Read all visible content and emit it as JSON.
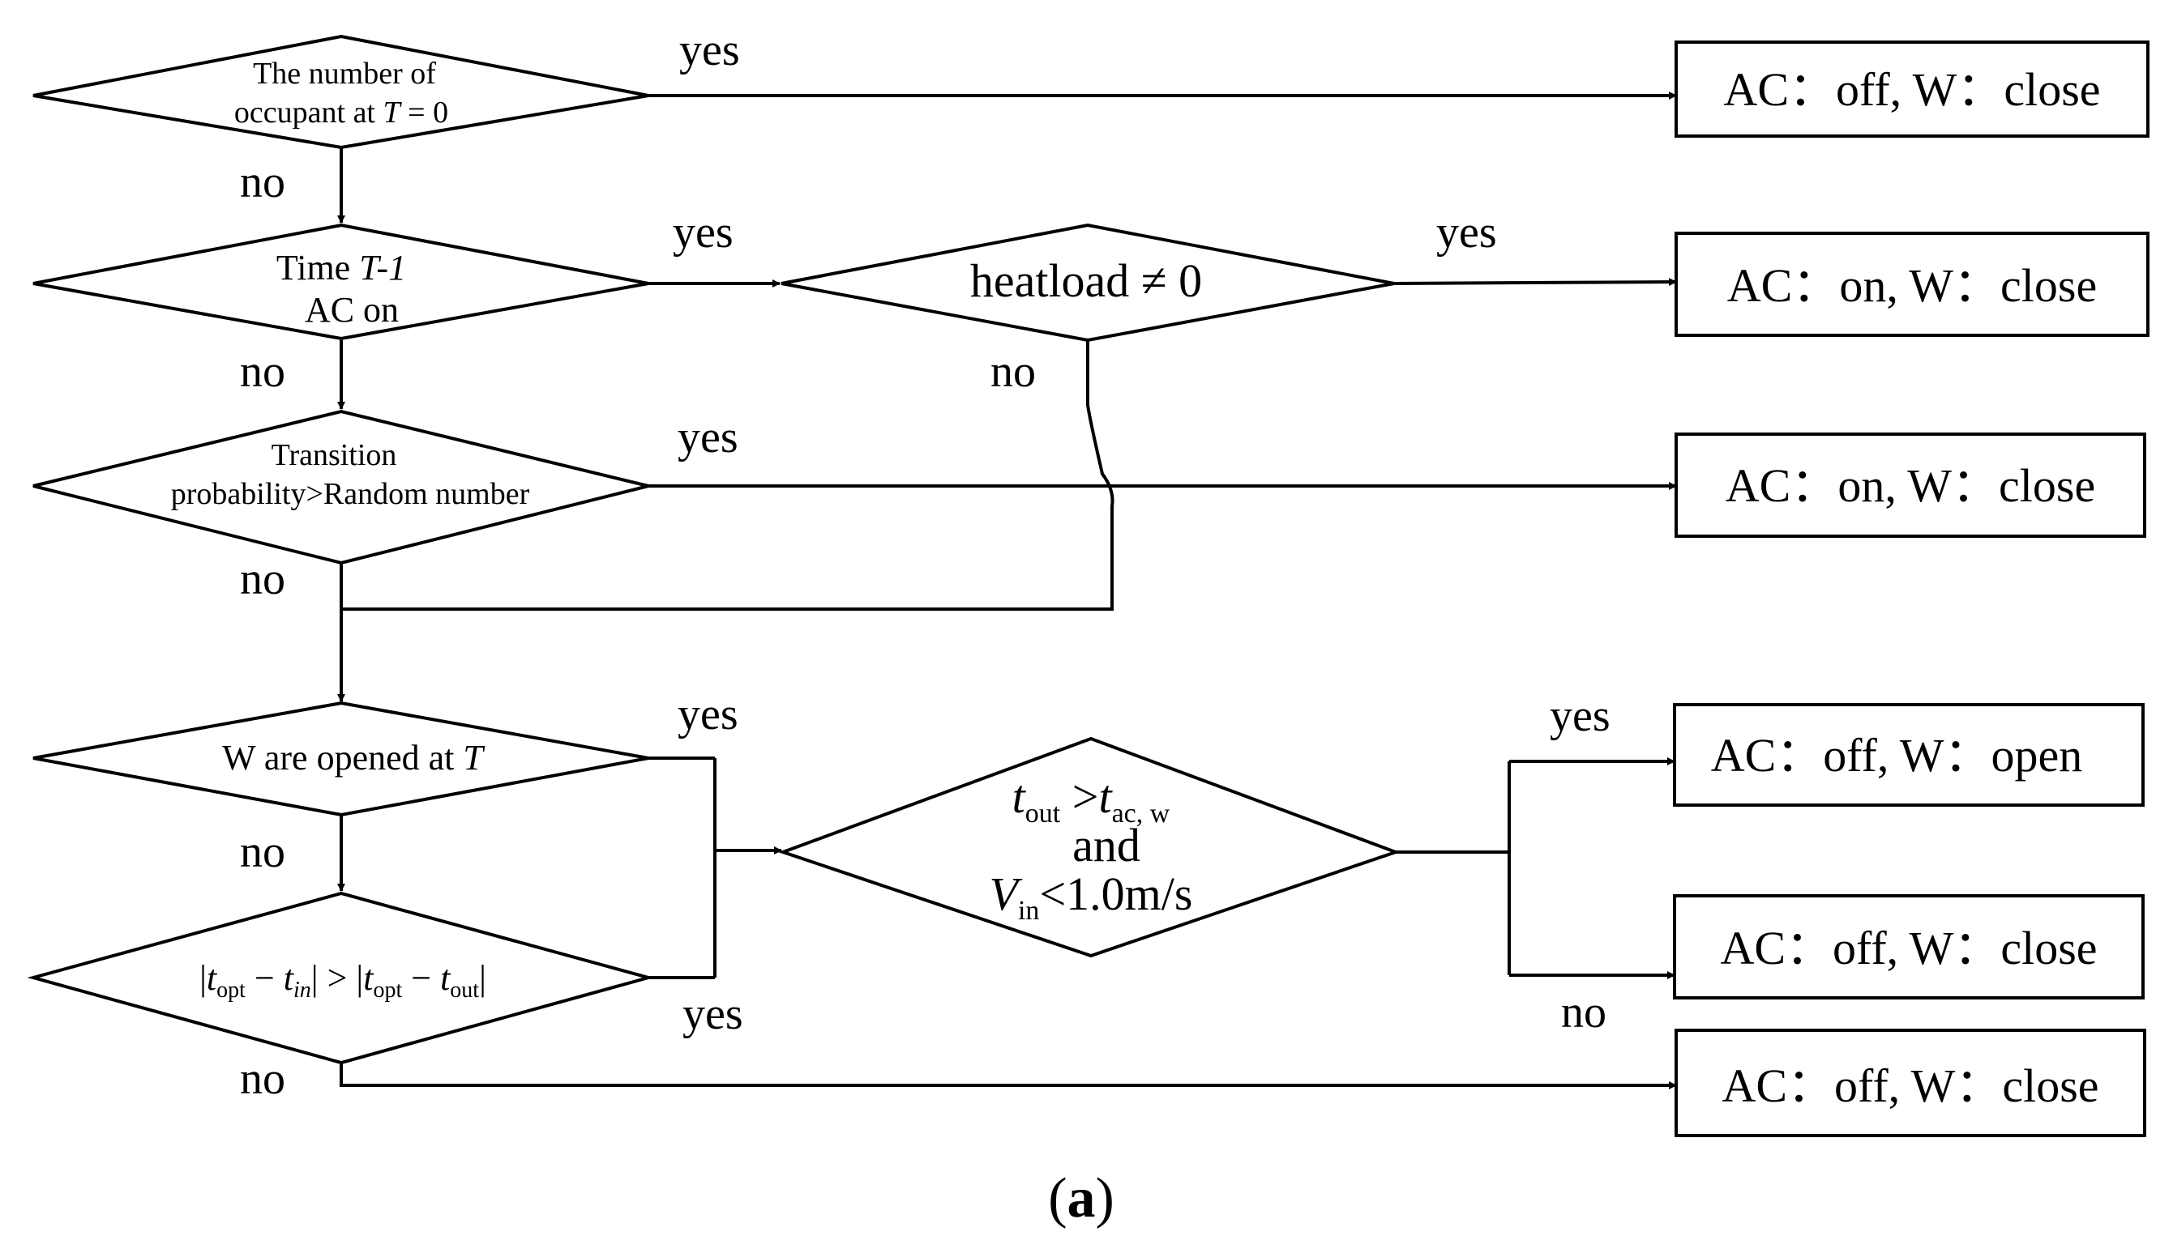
{
  "decisions": {
    "d1": {
      "line1": "The number of",
      "line2a": "occupant at ",
      "line2b": "T",
      "line2c": " = 0"
    },
    "d2": {
      "line1a": "Time ",
      "line1b": "T-1",
      "line2": "AC  on"
    },
    "d3": {
      "line1": "Transition",
      "line2": "probability>Random number"
    },
    "d4": {
      "line1a": "W are opened at ",
      "line1b": "T"
    },
    "d5": {
      "bar": "|",
      "t": "t",
      "opt": "opt",
      "minus": " − ",
      "in": "in",
      "gt": "| > |",
      "out": "out",
      "end": "|"
    },
    "d6": {
      "text": "heatload ≠ 0"
    },
    "d7": {
      "t": "t",
      "out": "out",
      "gt": " >",
      "ac_w": "ac, w",
      "and": "and",
      "v": "V",
      "in": "in",
      "lt": "<1.0m/s"
    }
  },
  "outcomes": {
    "o1": "AC：off, W：close",
    "o2": "AC：on, W：close",
    "o3": "AC：on, W：close",
    "o4": "AC：off, W：open",
    "o5": "AC：off, W：close",
    "o6": "AC：off, W：close"
  },
  "labels": {
    "yes": "yes",
    "no": "no"
  },
  "caption": {
    "open": "(",
    "letter": "a",
    "close": ")"
  }
}
